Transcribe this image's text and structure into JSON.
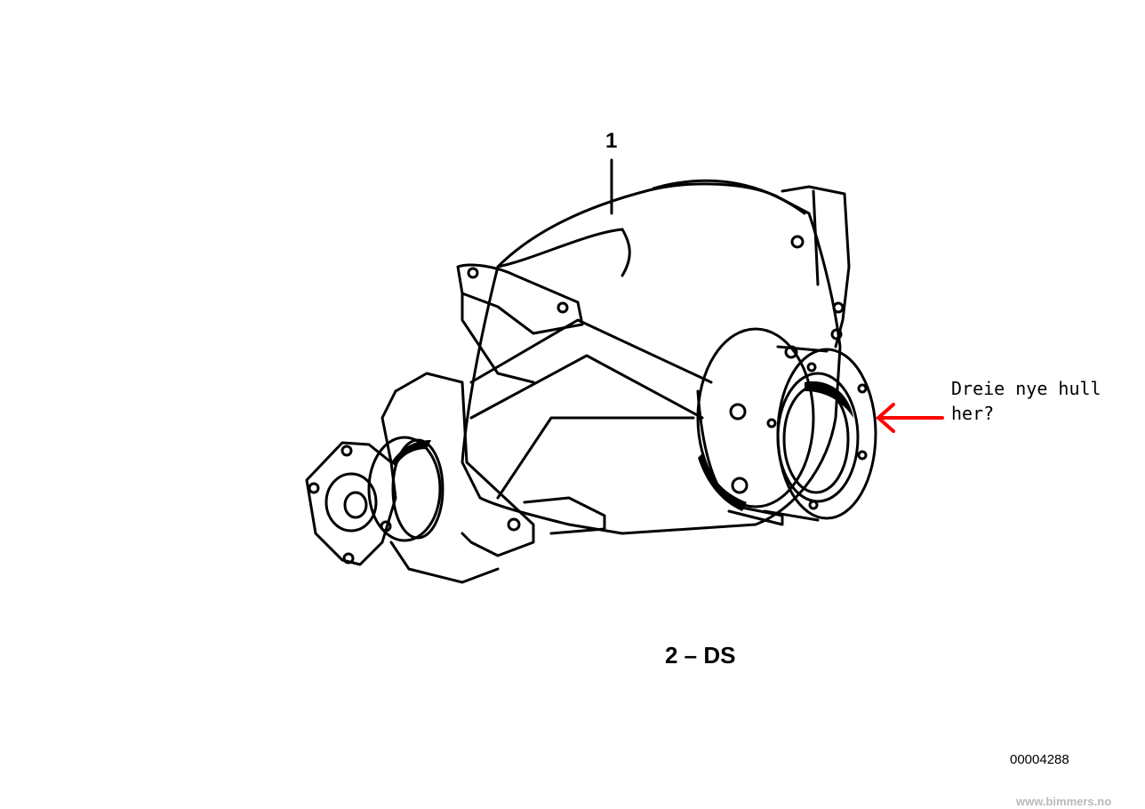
{
  "diagram": {
    "part_label": "1",
    "caption": "2 – DS",
    "diagram_id": "00004288",
    "watermark": "www.bimmers.no",
    "annotation": {
      "line1": "Dreie nye hull",
      "line2": "her?",
      "arrow_color": "#ff0000"
    },
    "subject_icon": "rear-differential-housing"
  }
}
